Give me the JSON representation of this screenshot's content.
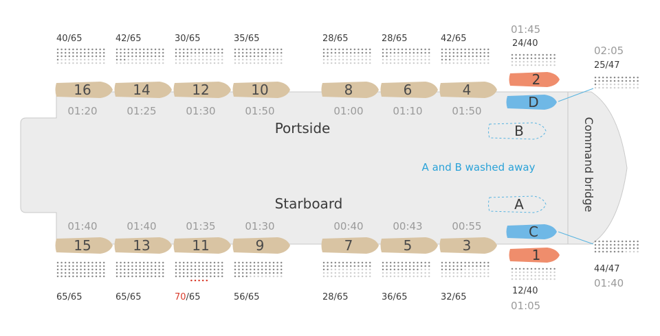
{
  "labels": {
    "portside": "Portside",
    "starboard": "Starboard",
    "command_bridge": "Command bridge",
    "washed_away": "A and B washed away"
  },
  "colors": {
    "hull_fill": "#ececec",
    "hull_stroke": "#c9c9c9",
    "boat_tan": "#d9c4a3",
    "boat_orange": "#ef8d6c",
    "boat_blue": "#6fb8e6",
    "dashed_blue": "#56b3e0",
    "text_time": "#9a9a9a",
    "text_dark": "#3a3a3a",
    "overload_red": "#d83a2a",
    "dot_dark": "#8a8a8a",
    "dot_light": "#cfcfcf"
  },
  "boats": {
    "portside": [
      {
        "num": "16",
        "time": "01:20",
        "count": "40/65",
        "filled": 40
      },
      {
        "num": "14",
        "time": "01:25",
        "count": "42/65",
        "filled": 42
      },
      {
        "num": "12",
        "time": "01:30",
        "count": "30/65",
        "filled": 30
      },
      {
        "num": "10",
        "time": "01:50",
        "count": "35/65",
        "filled": 35
      },
      {
        "num": "8",
        "time": "01:00",
        "count": "28/65",
        "filled": 28
      },
      {
        "num": "6",
        "time": "01:10",
        "count": "28/65",
        "filled": 28
      },
      {
        "num": "4",
        "time": "01:50",
        "count": "42/65",
        "filled": 42
      }
    ],
    "starboard": [
      {
        "num": "15",
        "time": "01:40",
        "count": "65/65",
        "filled": 65
      },
      {
        "num": "13",
        "time": "01:40",
        "count": "65/65",
        "filled": 65
      },
      {
        "num": "11",
        "time": "01:35",
        "count_over": "70",
        "count_rest": "/65",
        "filled": 65,
        "extra": 5
      },
      {
        "num": "9",
        "time": "01:30",
        "count": "56/65",
        "filled": 56
      },
      {
        "num": "7",
        "time": "00:40",
        "count": "28/65",
        "filled": 28
      },
      {
        "num": "5",
        "time": "00:43",
        "count": "36/65",
        "filled": 36
      },
      {
        "num": "3",
        "time": "00:55",
        "count": "32/65",
        "filled": 32
      }
    ]
  },
  "emergency": {
    "boat2": {
      "num": "2",
      "time": "01:45",
      "count": "24/40",
      "filled": 24
    },
    "boat1": {
      "num": "1",
      "time": "01:05",
      "count": "12/40",
      "filled": 12
    },
    "boatD": {
      "num": "D",
      "time": "02:05",
      "count": "25/47",
      "filled": 25
    },
    "boatC": {
      "num": "C",
      "time": "01:40",
      "count": "44/47",
      "filled": 44
    },
    "boatB": {
      "num": "B"
    },
    "boatA": {
      "num": "A"
    }
  }
}
